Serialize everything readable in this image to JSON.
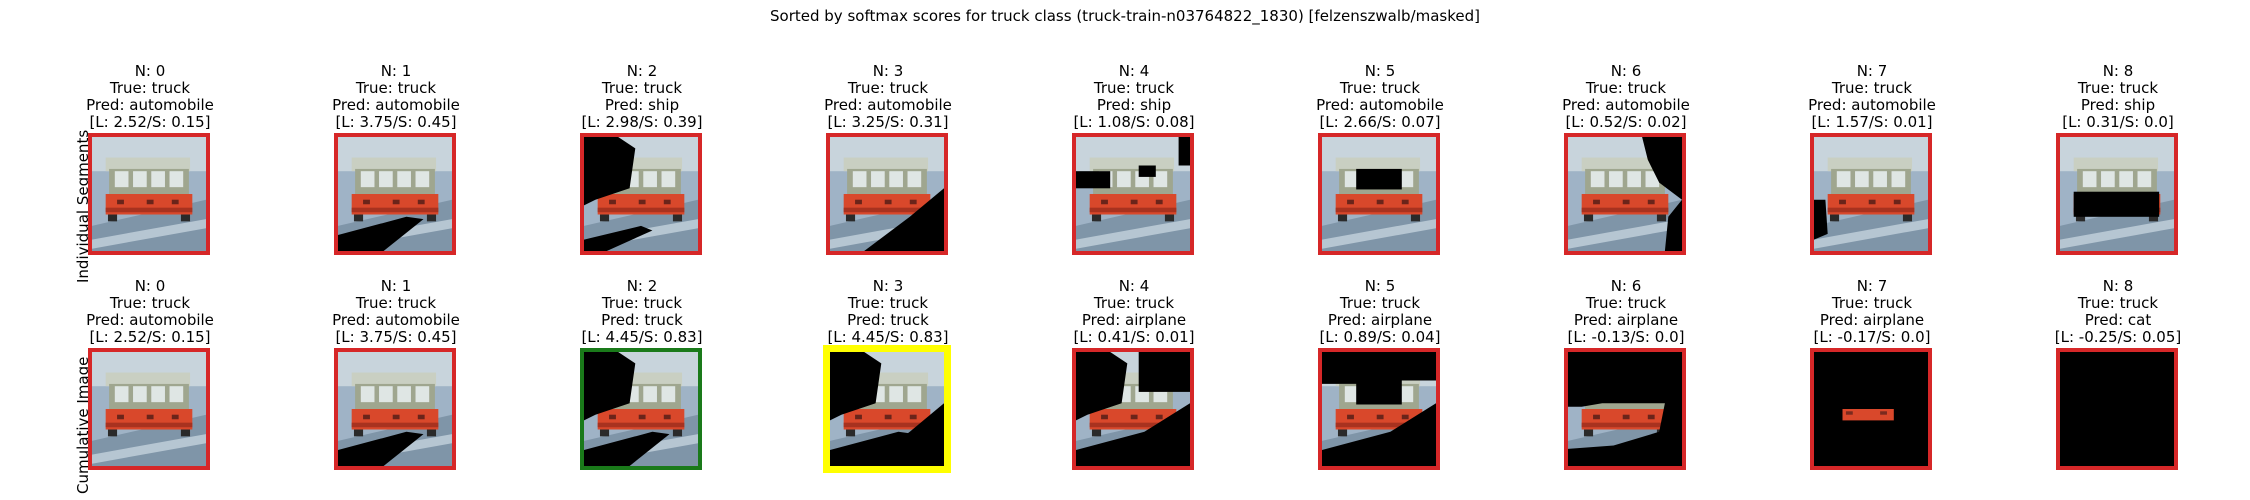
{
  "title": "Sorted by softmax scores for truck class (truck-train-n03764822_1830) [felzenszwalb/masked]",
  "colors": {
    "default_border": "#d62728",
    "true_class_border": "#1a7a1a",
    "best_border": "#ffff00"
  },
  "rows": [
    {
      "label": "Individual Segments",
      "panels": [
        {
          "n": "N: 0",
          "true": "True: truck",
          "pred": "Pred: automobile",
          "scores": "[L: 2.52/S: 0.15]",
          "border": "red",
          "mask": "none"
        },
        {
          "n": "N: 1",
          "true": "True: truck",
          "pred": "Pred: automobile",
          "scores": "[L: 3.75/S: 0.45]",
          "border": "red",
          "mask": "bottom-left-wedge"
        },
        {
          "n": "N: 2",
          "true": "True: truck",
          "pred": "Pred: ship",
          "scores": "[L: 2.98/S: 0.39]",
          "border": "red",
          "mask": "left-band"
        },
        {
          "n": "N: 3",
          "true": "True: truck",
          "pred": "Pred: automobile",
          "scores": "[L: 3.25/S: 0.31]",
          "border": "red",
          "mask": "bottom-right-wedge"
        },
        {
          "n": "N: 4",
          "true": "True: truck",
          "pred": "Pred: ship",
          "scores": "[L: 1.08/S: 0.08]",
          "border": "red",
          "mask": "top-patches"
        },
        {
          "n": "N: 5",
          "true": "True: truck",
          "pred": "Pred: automobile",
          "scores": "[L: 2.66/S: 0.07]",
          "border": "red",
          "mask": "window-hole"
        },
        {
          "n": "N: 6",
          "true": "True: truck",
          "pred": "Pred: automobile",
          "scores": "[L: 0.52/S: 0.02]",
          "border": "red",
          "mask": "right-background"
        },
        {
          "n": "N: 7",
          "true": "True: truck",
          "pred": "Pred: automobile",
          "scores": "[L: 1.57/S: 0.01]",
          "border": "red",
          "mask": "left-edge"
        },
        {
          "n": "N: 8",
          "true": "True: truck",
          "pred": "Pred: ship",
          "scores": "[L: 0.31/S: 0.0]",
          "border": "red",
          "mask": "body-hole"
        }
      ]
    },
    {
      "label": "Cumulative Image",
      "panels": [
        {
          "n": "N: 0",
          "true": "True: truck",
          "pred": "Pred: automobile",
          "scores": "[L: 2.52/S: 0.15]",
          "border": "red",
          "mask": "none"
        },
        {
          "n": "N: 1",
          "true": "True: truck",
          "pred": "Pred: automobile",
          "scores": "[L: 3.75/S: 0.45]",
          "border": "red",
          "mask": "bottom-left-wedge"
        },
        {
          "n": "N: 2",
          "true": "True: truck",
          "pred": "Pred: truck",
          "scores": "[L: 4.45/S: 0.83]",
          "border": "green",
          "mask": "cum2"
        },
        {
          "n": "N: 3",
          "true": "True: truck",
          "pred": "Pred: truck",
          "scores": "[L: 4.45/S: 0.83]",
          "border": "yellow",
          "mask": "cum3"
        },
        {
          "n": "N: 4",
          "true": "True: truck",
          "pred": "Pred: airplane",
          "scores": "[L: 0.41/S: 0.01]",
          "border": "red",
          "mask": "cum4"
        },
        {
          "n": "N: 5",
          "true": "True: truck",
          "pred": "Pred: airplane",
          "scores": "[L: 0.89/S: 0.04]",
          "border": "red",
          "mask": "cum5"
        },
        {
          "n": "N: 6",
          "true": "True: truck",
          "pred": "Pred: airplane",
          "scores": "[L: -0.13/S: 0.0]",
          "border": "red",
          "mask": "cum6"
        },
        {
          "n": "N: 7",
          "true": "True: truck",
          "pred": "Pred: airplane",
          "scores": "[L: -0.17/S: 0.0]",
          "border": "red",
          "mask": "cum7"
        },
        {
          "n": "N: 8",
          "true": "True: truck",
          "pred": "Pred: cat",
          "scores": "[L: -0.25/S: 0.05]",
          "border": "red",
          "mask": "full"
        }
      ]
    }
  ]
}
